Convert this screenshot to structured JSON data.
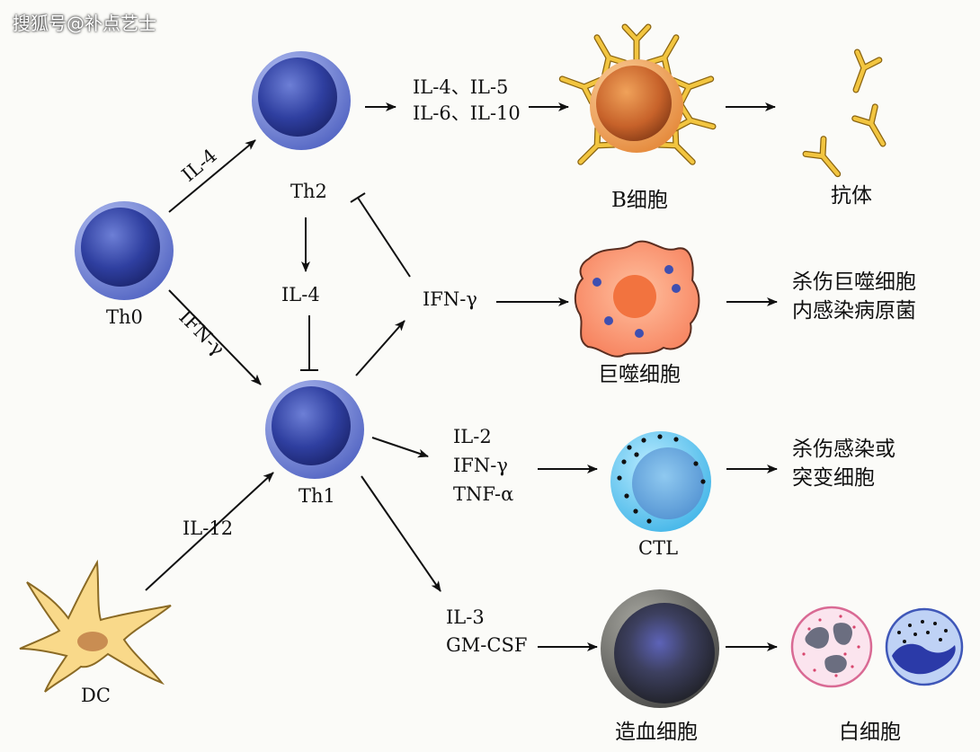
{
  "watermark": "搜狐号@补点艺士",
  "cells": {
    "th0": "Th0",
    "th2": "Th2",
    "th1": "Th1",
    "dc": "DC",
    "b_cell": "B细胞",
    "antibody": "抗体",
    "macrophage": "巨噬细胞",
    "ctl": "CTL",
    "hematopoietic": "造血细胞",
    "leukocyte": "白细胞"
  },
  "cytokines": {
    "th0_to_th2": "IL-4",
    "th0_to_th1": "IFN-γ",
    "th2_to_b_line1": "IL-4、IL-5",
    "th2_to_b_line2": "IL-6、IL-10",
    "th2_th1_inhibit": "IL-4",
    "th1_to_macrophage": "IFN-γ",
    "dc_to_th1": "IL-12",
    "th1_to_ctl_line1": "IL-2",
    "th1_to_ctl_line2": "IFN-γ",
    "th1_to_ctl_line3": "TNF-α",
    "th1_to_hema_line1": "IL-3",
    "th1_to_hema_line2": "GM-CSF"
  },
  "effects": {
    "macrophage_line1": "杀伤巨噬细胞",
    "macrophage_line2": "内感染病原菌",
    "ctl_line1": "杀伤感染或",
    "ctl_line2": "突变细胞"
  }
}
